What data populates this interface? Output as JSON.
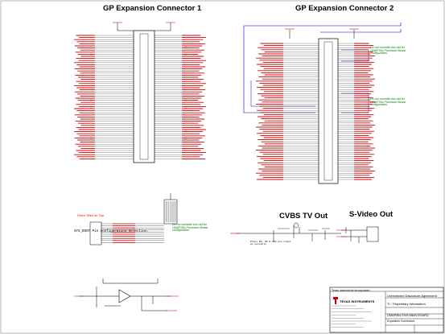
{
  "titles": {
    "gp1": "GP Expansion Connector 1",
    "gp2": "GP Expansion Connector 2",
    "cvbs": "CVBS TV Out",
    "svideo": "S-Video Out"
  },
  "notes": {
    "gp2_a": "Do not consider this net for OMAP35x Processor Board configuration.",
    "gp2_b": "Do not consider this net for OMAP35x Processor Board configuration.",
    "sysboot_a": "Do not consider this net for OMAP35x Processor Board configuration.",
    "place_top": "Place SW4 on Top",
    "sysboot": "SYS_BOOT Pin configuration Selection.",
    "cvbs_note": "Place R4, R5 & 100 pin close as possible"
  },
  "title_block": {
    "company": "Texas Instruments Incorporated",
    "logo_text": "TEXAS INSTRUMENTS",
    "board": "OMAP35x EVM MAIN BOARD",
    "page": "Expansion Connectors",
    "proprietary": "TI - Proprietary Information",
    "license": "Unrestricted Disclosure Agreement"
  }
}
